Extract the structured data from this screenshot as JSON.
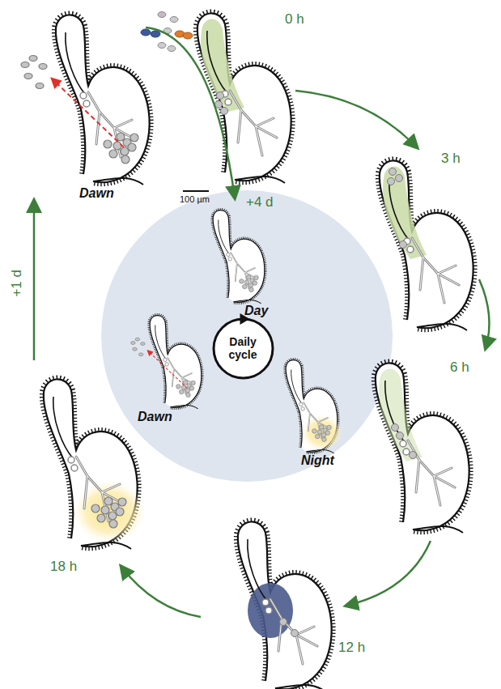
{
  "diagram": {
    "nodes": [
      {
        "text": [
          "Daily cycle"
        ]
      }
    ],
    "labels": [
      "0 h",
      "100 µm",
      "3 h",
      "6 h",
      "12 h",
      "18 h",
      "+1 d",
      "Dawn",
      "+4 d",
      "Day",
      "Dawn",
      "Night"
    ]
  }
}
